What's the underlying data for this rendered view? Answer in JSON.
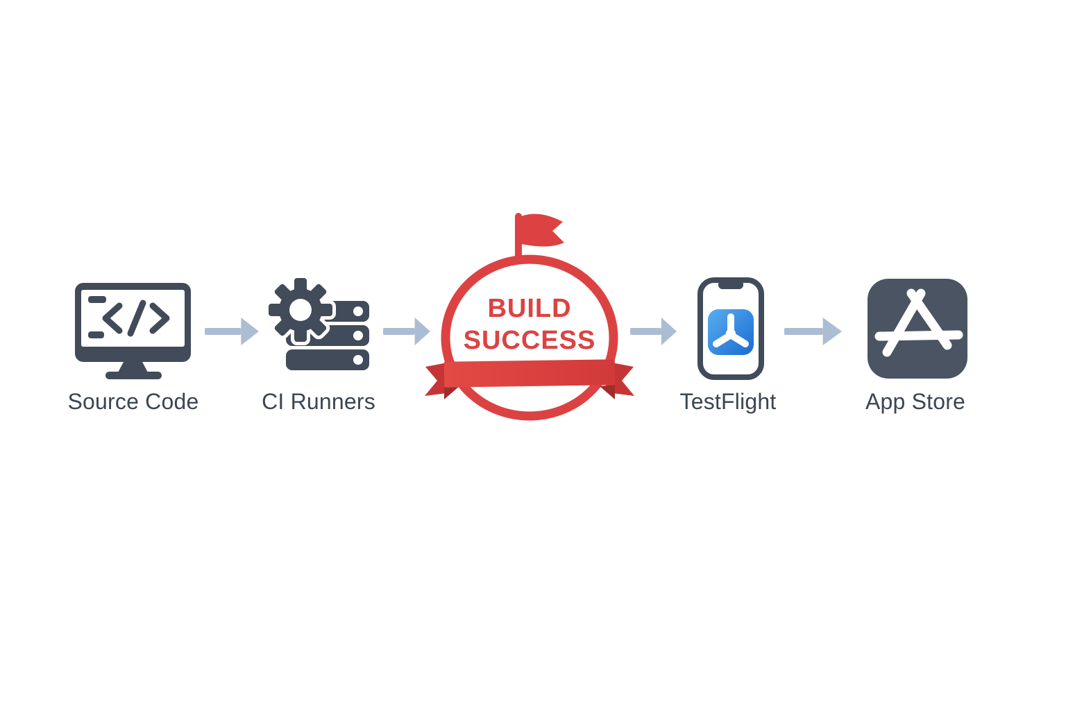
{
  "pipeline": {
    "steps": [
      {
        "label": "Source Code",
        "icon": "monitor-code-icon"
      },
      {
        "label": "CI Runners",
        "icon": "gear-servers-icon"
      },
      {
        "label": "TestFlight",
        "icon": "phone-testflight-icon"
      },
      {
        "label": "App Store",
        "icon": "app-store-icon"
      }
    ],
    "badge": {
      "line1": "BUILD",
      "line2": "SUCCESS",
      "icon": "build-success-badge"
    },
    "arrow_count": 4
  },
  "colors": {
    "background": "#ffffff",
    "slate": "#414b59",
    "app_store_tile": "#4a5462",
    "red": "#dc4242",
    "ribbon_red": "#e24a46",
    "ribbon_red_2": "#d23a3a",
    "ribbon_dark": "#c63535",
    "ribbon_fold": "#a12c2c",
    "arrow": "#abbdd3",
    "tf_blue_1": "#58aef0",
    "tf_blue_2": "#1b6bd2",
    "label": "#3b4553"
  }
}
